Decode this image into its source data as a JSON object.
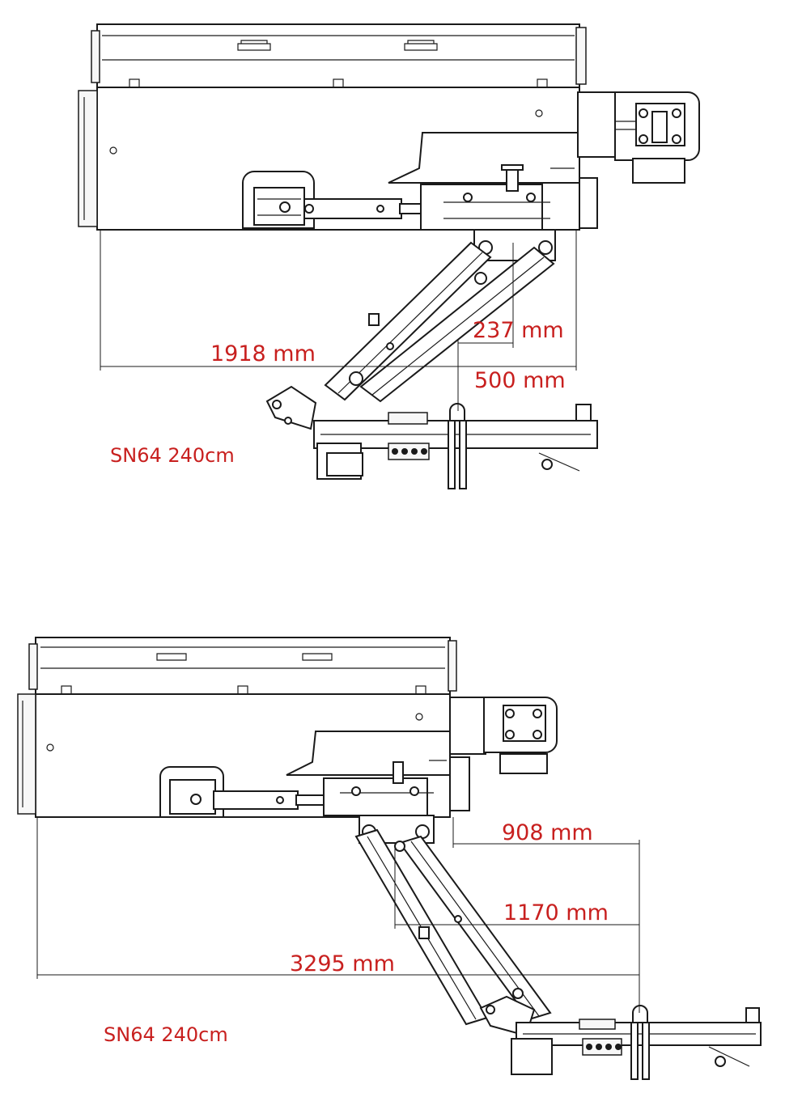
{
  "colors": {
    "annotation": "#c8201f",
    "line": "#1a1a1a",
    "background": "#ffffff"
  },
  "diagrams": [
    {
      "caption": "SN64 240cm",
      "dimensions": {
        "overall": "1918 mm",
        "offset_small": "237 mm",
        "offset_large": "500 mm"
      }
    },
    {
      "caption": "SN64 240cm",
      "dimensions": {
        "offset_upper": "908 mm",
        "offset_middle": "1170 mm",
        "overall": "3295 mm"
      }
    }
  ]
}
